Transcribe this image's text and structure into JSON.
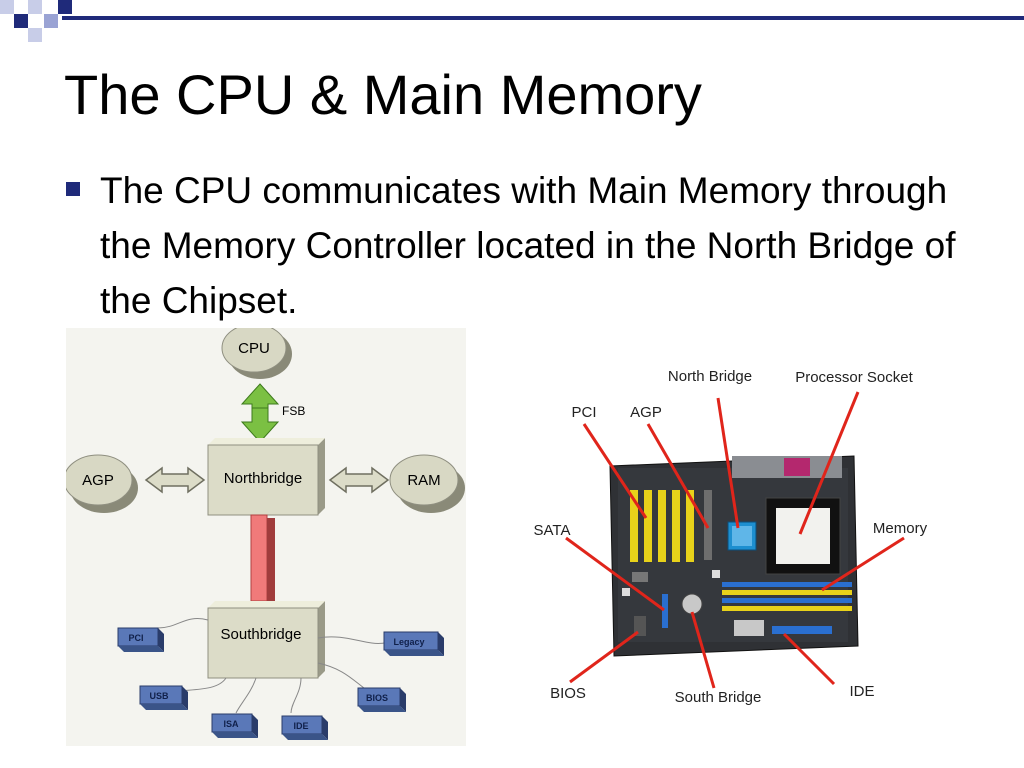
{
  "slide": {
    "title": "The CPU & Main Memory",
    "bullet": "The CPU communicates with Main Memory through the Memory Controller located in the North Bridge of the Chipset."
  },
  "diagram": {
    "cpu": "CPU",
    "fsb": "FSB",
    "northbridge": "Northbridge",
    "southbridge": "Southbridge",
    "agp": "AGP",
    "ram": "RAM",
    "pci": "PCI",
    "usb": "USB",
    "isa": "ISA",
    "ide": "IDE",
    "bios": "BIOS",
    "legacy": "Legacy"
  },
  "photo_labels": {
    "north_bridge": "North Bridge",
    "processor_socket": "Processor Socket",
    "pci": "PCI",
    "agp": "AGP",
    "sata": "SATA",
    "memory": "Memory",
    "bios": "BIOS",
    "south_bridge": "South Bridge",
    "ide": "IDE"
  },
  "colors": {
    "accent_navy": "#1f2a7a",
    "accent_light": "#9aa3d4",
    "fsb_arrow": "#7bc043",
    "bus_bar": "#f07a7a",
    "chip_fill": "#dcdcc8",
    "callout_line": "#e0251b",
    "board_slot_yellow": "#e8d21a"
  }
}
